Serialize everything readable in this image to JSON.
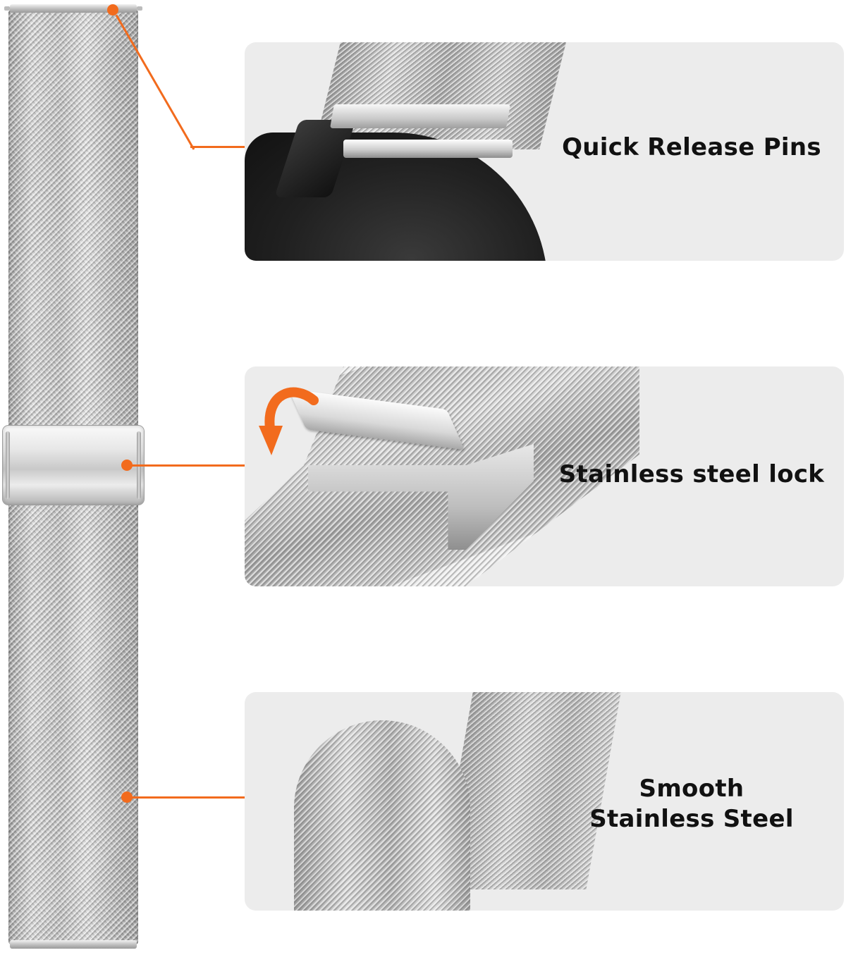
{
  "colors": {
    "accent": "#f26b1d",
    "panel_bg": "#ececec",
    "label_text": "#111111"
  },
  "features": [
    {
      "label": "Quick Release Pins"
    },
    {
      "label": "Stainless steel lock"
    },
    {
      "label_line1": "Smooth",
      "label_line2": "Stainless Steel"
    }
  ],
  "icons": {
    "rotate_arrow": "curved-arrow-icon"
  }
}
